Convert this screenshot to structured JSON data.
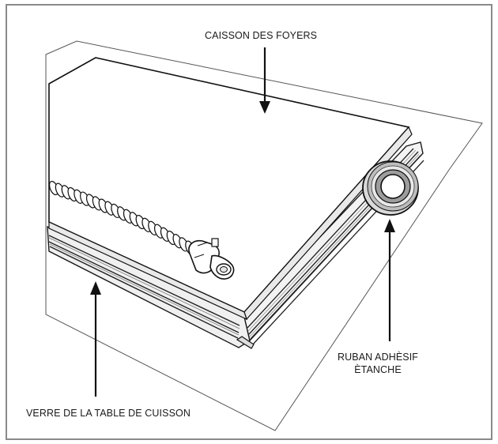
{
  "labels": {
    "top": "CAISSON DES FOYERS",
    "bottom": "VERRE DE LA TABLE DE CUISSON",
    "right_line1": "RUBAN ADHÈSIF",
    "right_line2": "ÈTANCHE"
  }
}
